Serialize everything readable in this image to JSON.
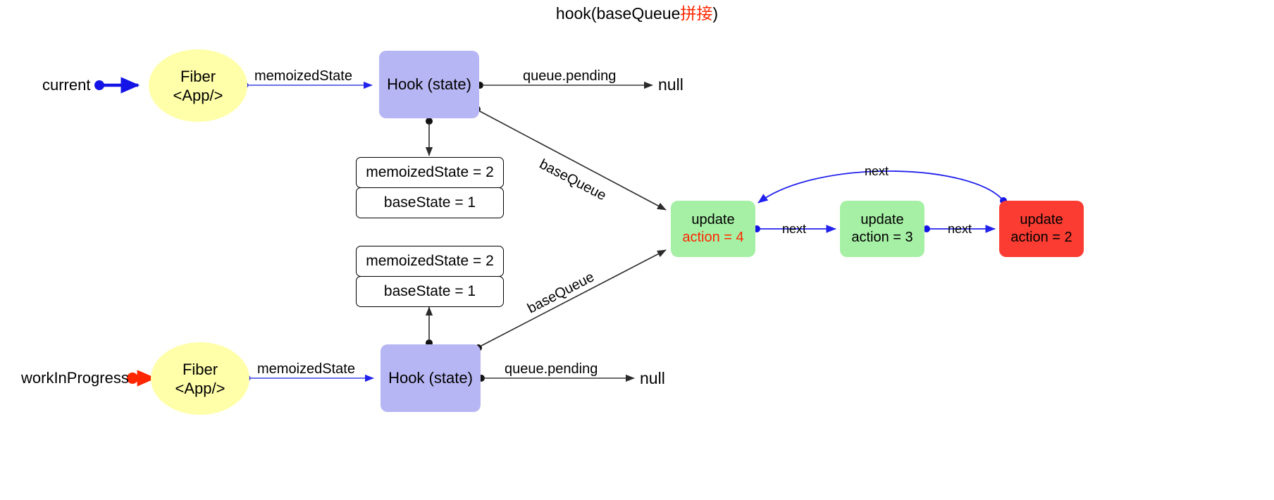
{
  "diagram": {
    "title_prefix": "hook(baseQueue",
    "title_zh": "拼接",
    "title_suffix": ")",
    "colors": {
      "fiber_fill": "#ffffaa",
      "hook_fill": "#b7b6f4",
      "update_green": "#a6f0a6",
      "update_red": "#fa3c32",
      "accent_blue": "#2222ee",
      "accent_red": "#ff2600",
      "edge_black": "#3a3a3a"
    }
  },
  "current_branch": {
    "source_label": "current",
    "fiber": {
      "line1": "Fiber",
      "line2": "<App/>"
    },
    "memoized_edge": "memoizedState",
    "hook": "Hook (state)",
    "pending_edge": "queue.pending",
    "pending_target": "null",
    "basequeue_edge": "baseQueue",
    "state_table": [
      "memoizedState = 2",
      "baseState = 1"
    ]
  },
  "wip_branch": {
    "source_label": "workInProgress",
    "fiber": {
      "line1": "Fiber",
      "line2": "<App/>"
    },
    "memoized_edge": "memoizedState",
    "hook": "Hook (state)",
    "pending_edge": "queue.pending",
    "pending_target": "null",
    "basequeue_edge": "baseQueue",
    "state_table": [
      "memoizedState = 2",
      "baseState = 1"
    ]
  },
  "update_queue": {
    "nodes": [
      {
        "title": "update",
        "action": "action = 4",
        "fill": "green",
        "action_color": "red"
      },
      {
        "title": "update",
        "action": "action = 3",
        "fill": "green",
        "action_color": "black"
      },
      {
        "title": "update",
        "action": "action = 2",
        "fill": "red",
        "action_color": "black"
      }
    ],
    "edges": {
      "next_1": "next",
      "next_2": "next",
      "next_loop": "next"
    }
  }
}
